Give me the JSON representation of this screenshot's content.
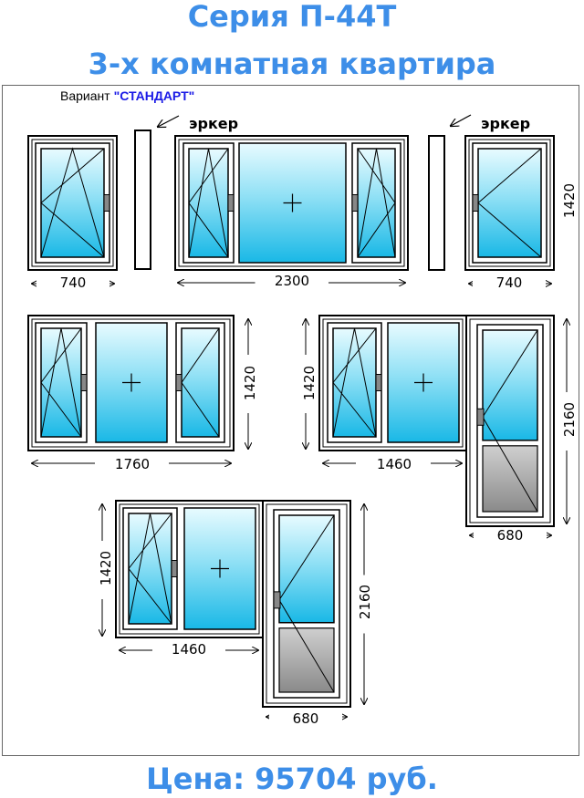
{
  "header": {
    "series": "Серия П-44Т",
    "apartment": "3-х комнатная квартира"
  },
  "variant": {
    "label": "Вариант",
    "value": "\"СТАНДАРТ\""
  },
  "erker_label": "эркер",
  "dimensions": {
    "w740": "740",
    "w2300": "2300",
    "w1760": "1760",
    "w1460": "1460",
    "w680": "680",
    "h1420": "1420",
    "h2160": "2160"
  },
  "price": "Цена: 95704 руб.",
  "colors": {
    "title": "#3d8ee8",
    "variant_value": "#1a1ae6",
    "glass_top": "#e8fbff",
    "glass_bottom": "#19b8e6",
    "door_panel": "#9a9a9a"
  }
}
